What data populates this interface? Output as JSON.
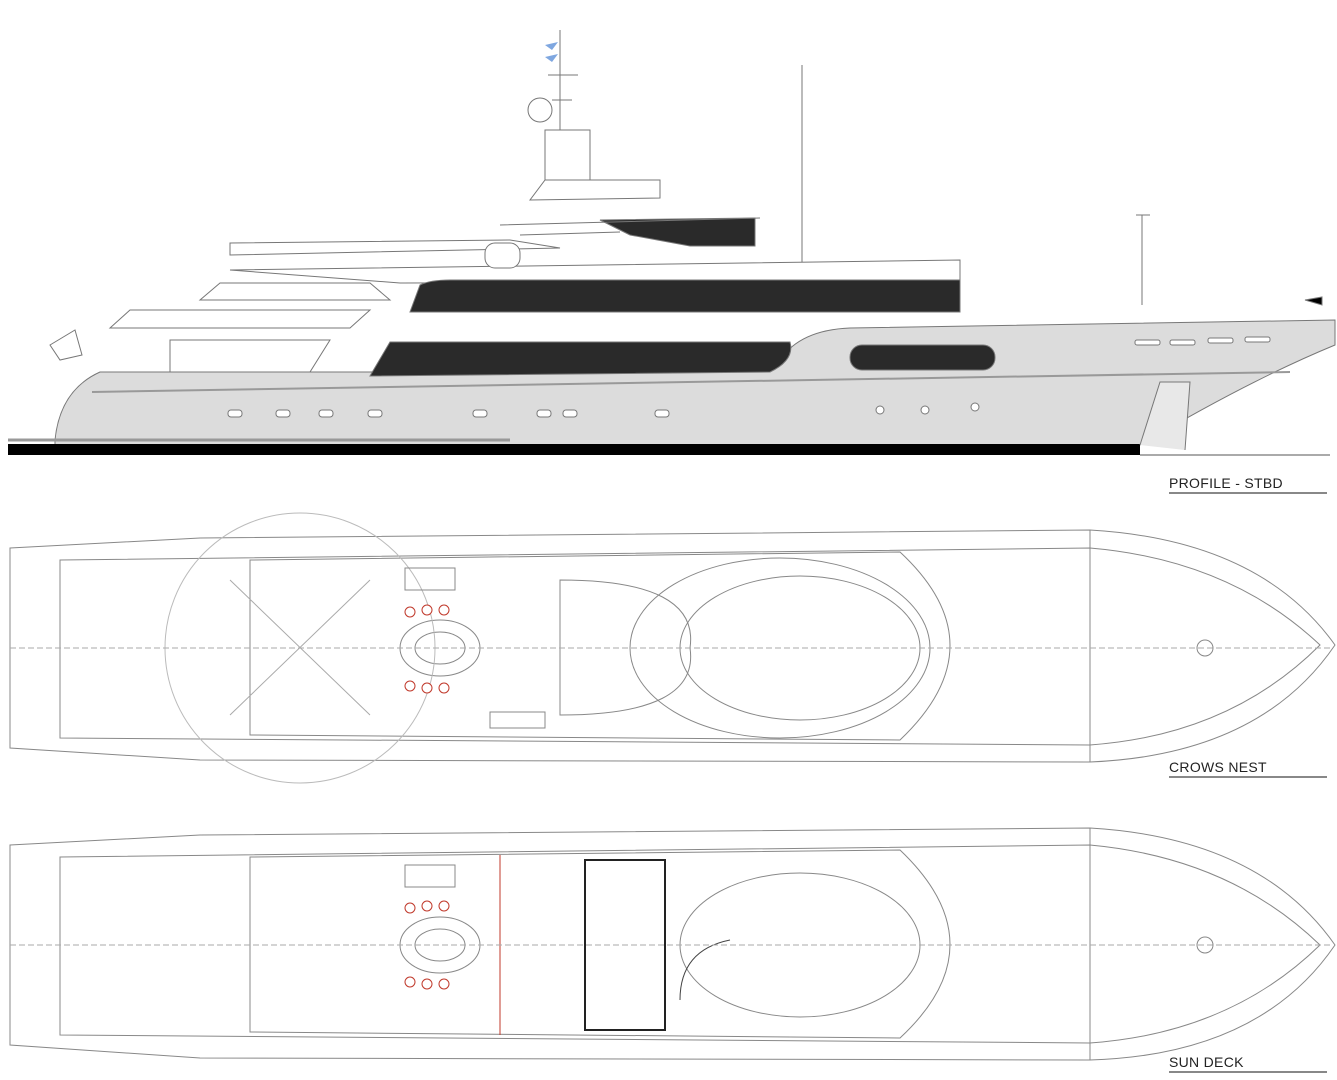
{
  "views": {
    "profile": {
      "label": "PROFILE - STBD"
    },
    "crows_nest": {
      "label": "CROWS NEST"
    },
    "sun_deck": {
      "label": "SUN DECK"
    }
  },
  "colors": {
    "hull": "#dcdcdc",
    "glazing": "#2a2a2a",
    "waterline": "#000000",
    "line": "#8a8a8a",
    "accent_fixtures": "#c0392b"
  }
}
